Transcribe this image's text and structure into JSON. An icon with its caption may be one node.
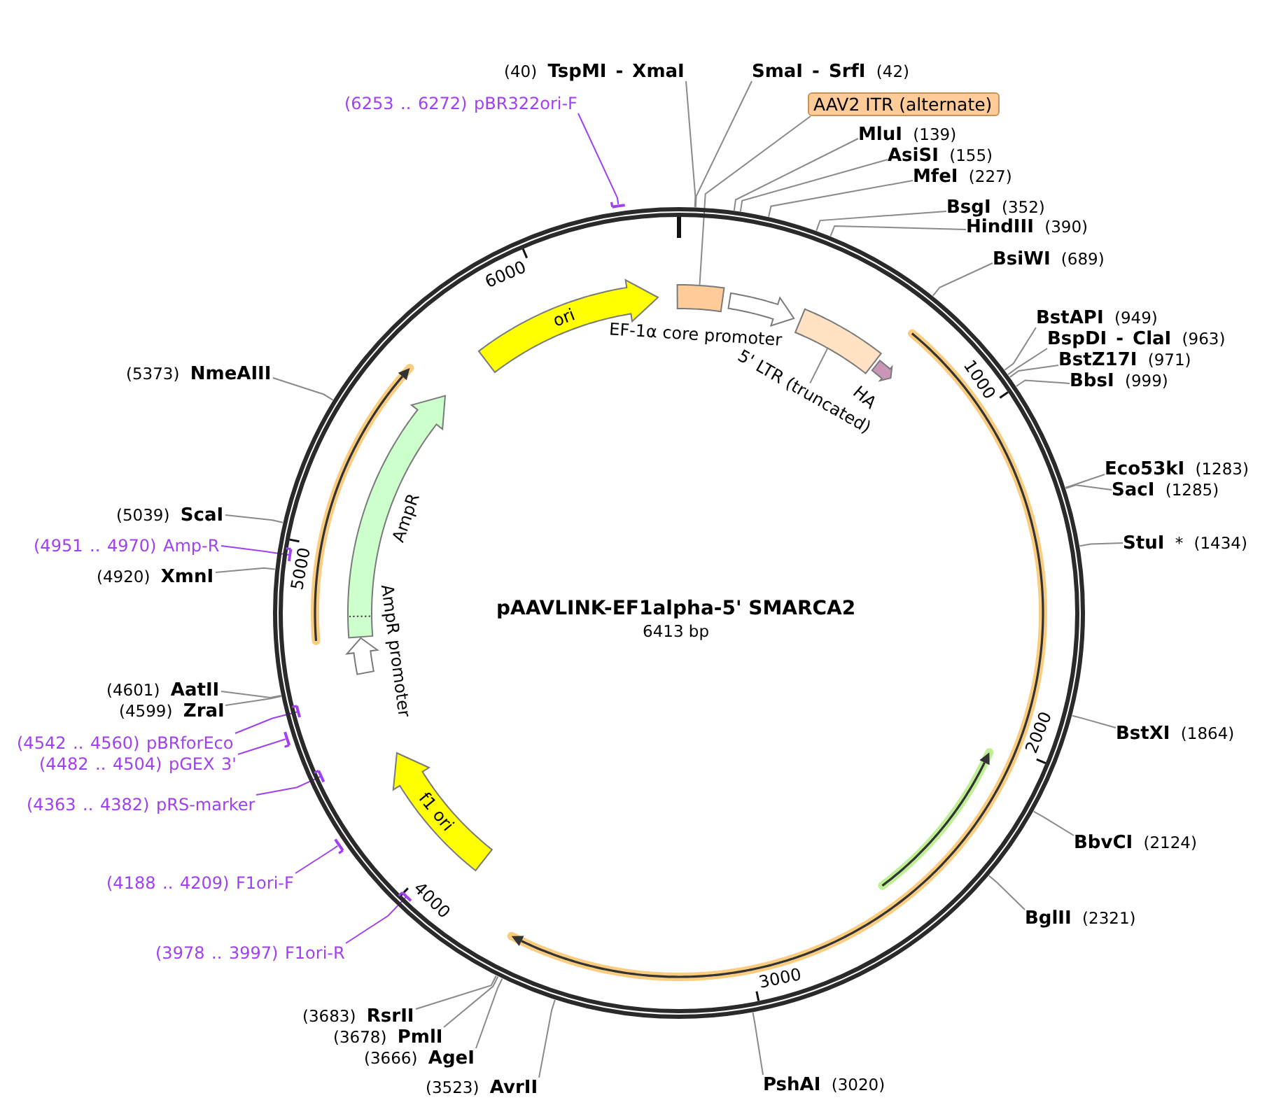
{
  "diagram": {
    "nodes": [
      {
        "text": [
          "pAAVLINK-EF1alpha-5' SMARCA2",
          "6413 bp"
        ]
      },
      {
        "text": [],
        "shape": "box",
        "in": 0
      },
      {
        "text": [
          "EF-1α core promoter"
        ],
        "in": 0
      },
      {
        "text": [],
        "shape": "box",
        "in": 0
      },
      {
        "text": [
          "5' LTR (truncated)"
        ],
        "in": 0
      },
      {
        "text": [
          "HA"
        ],
        "in": 0
      },
      {
        "text": [
          "ori"
        ],
        "in": 0
      },
      {
        "text": [
          "AmpR"
        ],
        "in": 0
      },
      {
        "text": [
          "AmpR promoter"
        ],
        "in": 0
      },
      {
        "text": [
          "f1 ori"
        ],
        "in": 0
      },
      {
        "text": [],
        "shape": "bar"
      },
      {
        "text": [],
        "shape": "bar",
        "in": 0
      },
      {
        "text": [],
        "shape": "bar",
        "in": 0
      },
      {
        "text": [],
        "shape": "bar",
        "in": 0
      },
      {
        "text": [],
        "shape": "bar",
        "in": 0
      },
      {
        "text": [],
        "shape": "bar",
        "in": 0
      },
      {
        "text": [],
        "shape": "bar",
        "in": 0
      },
      {
        "text": [
          "(40) **TspMI - XmaI**"
        ]
      },
      {
        "text": [
          "**SmaI - SrfI** (42)"
        ]
      },
      {
        "text": [
          "AAV2 ITR (alternate)"
        ]
      },
      {
        "text": [
          "(6253 .. 6272) pBR322ori-F"
        ]
      },
      {
        "text": [
          "**MluI** (139)"
        ]
      },
      {
        "text": [
          "**AsiSI** (155)"
        ]
      },
      {
        "text": [
          "**MfeI** (227)"
        ]
      },
      {
        "text": [
          "**BsgI** (352)"
        ]
      },
      {
        "text": [
          "**HindIII** (390)"
        ]
      },
      {
        "text": [
          "**BsiWI** (689)"
        ]
      },
      {
        "text": [
          "**BstAPI** (949)"
        ]
      },
      {
        "text": [
          "**BspDI - ClaI** (963)"
        ]
      },
      {
        "text": [
          "**BstZ17I** (971)"
        ]
      },
      {
        "text": [
          "**BbsI** (999)"
        ]
      },
      {
        "text": [
          "(5373) **NmeAIII**"
        ]
      },
      {
        "text": [
          "**Eco53kI** (1283)"
        ]
      },
      {
        "text": [
          "**SacI** (1285)"
        ]
      },
      {
        "text": [
          "(5039) **ScaI**"
        ]
      },
      {
        "text": [
          "(4951 .. 4970) Amp-R"
        ]
      },
      {
        "text": [
          "**StuI** * (1434)"
        ]
      },
      {
        "text": [
          "(4920) **XmnI**"
        ]
      },
      {
        "text": [
          "(4601) **AatII**"
        ]
      },
      {
        "text": [
          "(4599) **ZraI**"
        ]
      },
      {
        "text": [
          "**BstXI** (1864)"
        ]
      },
      {
        "text": [
          "(4542 .. 4560) pBRforEco"
        ]
      },
      {
        "text": [
          "(4482 .. 4504) pGEX 3'"
        ]
      },
      {
        "text": [
          "(4363 .. 4382) pRS-marker"
        ]
      },
      {
        "text": [
          "**BbvCI** (2124)"
        ]
      },
      {
        "text": [
          "(4188 .. 4209) F1ori-F"
        ]
      },
      {
        "text": [
          "**BglII** (2321)"
        ]
      },
      {
        "text": [
          "(3978 .. 3997) F1ori-R"
        ]
      },
      {
        "text": [
          "(3683) **RsrII**"
        ]
      },
      {
        "text": [
          "(3678) **PmlI**"
        ]
      },
      {
        "text": [
          "(3666) **AgeI**"
        ]
      },
      {
        "text": [
          "(3523) **AvrII**"
        ]
      },
      {
        "text": [
          "**PshAI** (3020)"
        ]
      }
    ],
    "edges": [
      {
        "from": 19,
        "to": 1,
        "arrow": "none"
      },
      {
        "from": 4,
        "to": 3,
        "arrow": "none"
      },
      {
        "from": 20,
        "to": 10,
        "arrow": "none",
        "color": "#a040f0"
      },
      {
        "from": 35,
        "to": 11,
        "arrow": "none",
        "color": "#a040f0"
      },
      {
        "from": 41,
        "to": 12,
        "arrow": "none",
        "color": "#a040f0"
      },
      {
        "from": 42,
        "to": 13,
        "arrow": "none",
        "color": "#a040f0"
      },
      {
        "from": 43,
        "to": 14,
        "arrow": "none",
        "color": "#a040f0"
      },
      {
        "from": 45,
        "to": 15,
        "arrow": "none",
        "color": "#a040f0"
      },
      {
        "from": 47,
        "to": 16,
        "arrow": "none",
        "color": "#a040f0"
      },
      {
        "from": 17,
        "to": 0,
        "arrow": "none"
      },
      {
        "from": 18,
        "to": 0,
        "arrow": "none"
      },
      {
        "from": 21,
        "to": 0,
        "arrow": "none"
      },
      {
        "from": 22,
        "to": 0,
        "arrow": "none"
      },
      {
        "from": 23,
        "to": 0,
        "arrow": "none"
      },
      {
        "from": 24,
        "to": 0,
        "arrow": "none"
      },
      {
        "from": 25,
        "to": 0,
        "arrow": "none"
      },
      {
        "from": 26,
        "to": 0,
        "arrow": "none"
      },
      {
        "from": 27,
        "to": 0,
        "arrow": "none"
      },
      {
        "from": 28,
        "to": 0,
        "arrow": "none"
      },
      {
        "from": 29,
        "to": 0,
        "arrow": "none"
      },
      {
        "from": 30,
        "to": 0,
        "arrow": "none"
      },
      {
        "from": 31,
        "to": 0,
        "arrow": "none"
      },
      {
        "from": 32,
        "to": 0,
        "arrow": "none"
      },
      {
        "from": 33,
        "to": 0,
        "arrow": "none"
      },
      {
        "from": 34,
        "to": 0,
        "arrow": "none"
      },
      {
        "from": 36,
        "to": 0,
        "arrow": "none"
      },
      {
        "from": 37,
        "to": 0,
        "arrow": "none"
      },
      {
        "from": 38,
        "to": 0,
        "arrow": "none"
      },
      {
        "from": 39,
        "to": 0,
        "arrow": "none"
      },
      {
        "from": 40,
        "to": 0,
        "arrow": "none"
      },
      {
        "from": 44,
        "to": 0,
        "arrow": "none"
      },
      {
        "from": 46,
        "to": 0,
        "arrow": "none"
      },
      {
        "from": 48,
        "to": 0,
        "arrow": "none"
      },
      {
        "from": 49,
        "to": 0,
        "arrow": "none"
      },
      {
        "from": 50,
        "to": 0,
        "arrow": "none"
      },
      {
        "from": 51,
        "to": 0,
        "arrow": "none"
      },
      {
        "from": 52,
        "to": 0,
        "arrow": "none"
      }
    ],
    "labels": [
      "1000",
      "2000",
      "3000",
      "4000",
      "5000",
      "6000"
    ]
  }
}
